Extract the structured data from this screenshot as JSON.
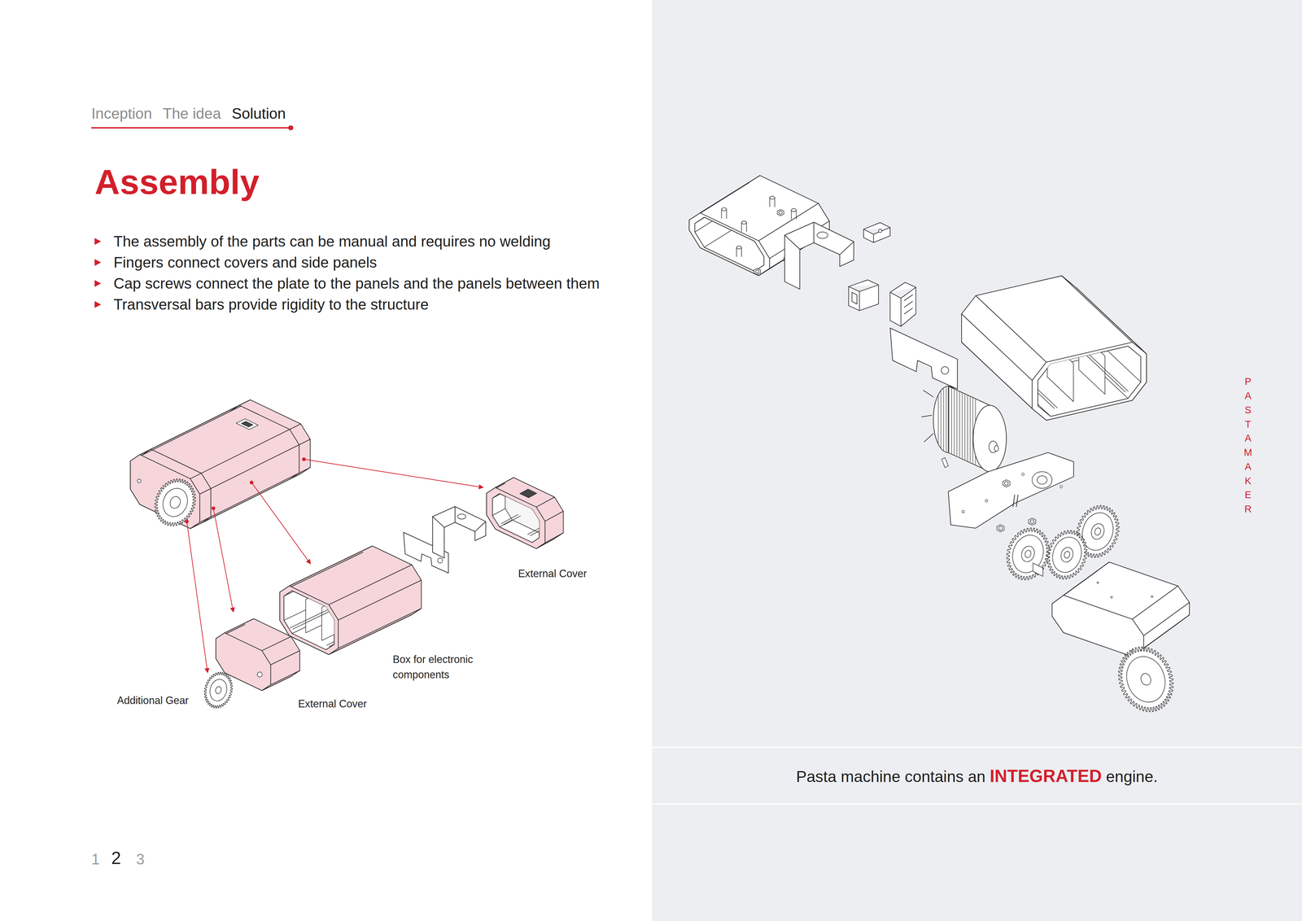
{
  "diagram": {
    "title": "Assembly",
    "labels": [
      "Inception",
      "The idea",
      "Solution",
      "The assembly of the parts can be manual and requires no welding",
      "Fingers connect covers and side panels",
      "Cap screws connect the plate to the panels and the panels between them",
      "Transversal bars provide rigidity to the structure",
      "External Cover",
      "Box for electronic components",
      "Additional Gear",
      "External Cover",
      "1",
      "2",
      "3",
      "PASTA MAKER",
      "Pasta machine contains an",
      "INTEGRATED",
      "engine."
    ]
  }
}
